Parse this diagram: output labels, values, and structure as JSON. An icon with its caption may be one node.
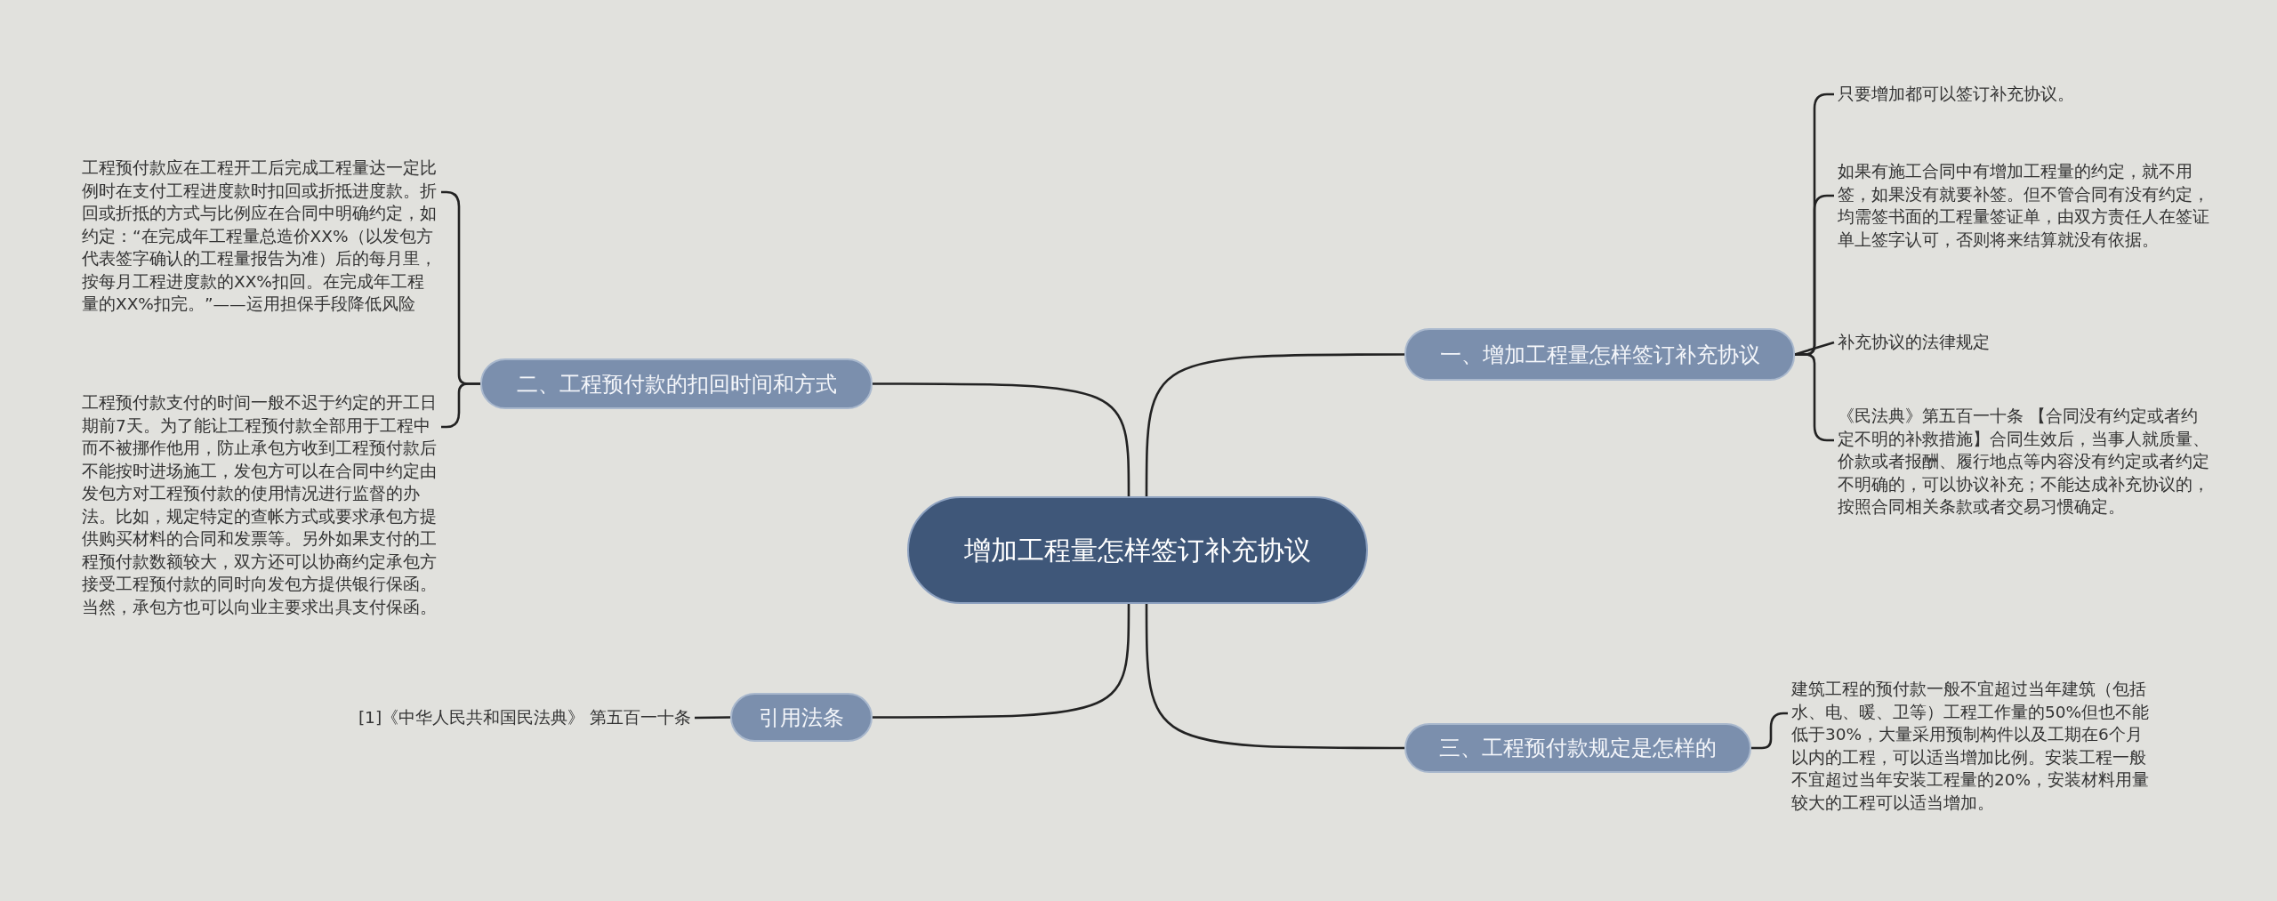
{
  "diagram": {
    "nodes": [
      {
        "text": [
          "增加工程量怎样签订补充协议"
        ]
      },
      {
        "text": [
          "一、增加工程量怎样签订补充协议"
        ]
      },
      {
        "text": [
          "只要增加都可以签订补充协议。"
        ]
      },
      {
        "text": [
          "如果有施工合同中有增加工程量的约定，就不用签，如果没有就要补签。但不管合同有没有约定，均需签书面的工程量签证单，由双方责任人在签证单上签字认可，否则将来结算就没有依据。"
        ]
      },
      {
        "text": [
          "补充协议的法律规定"
        ]
      },
      {
        "text": [
          "《民法典》第五百一十条 【合同没有约定或者约定不明的补救措施】合同生效后，当事人就质量、价款或者报酬、履行地点等内容没有约定或者约定不明确的，可以协议补充；不能达成补充协议的，按照合同相关条款或者交易习惯确定。"
        ]
      },
      {
        "text": [
          "二、工程预付款的扣回时间和方式"
        ]
      },
      {
        "text": [
          "工程预付款应在工程开工后完成工程量达一定比例时在支付工程进度款时扣回或折抵进度款。折回或折抵的方式与比例应在合同中明确约定，如约定：“在完成年工程量总造价XX%（以发包方代表签字确认的工程量报告为准）后的每月里，按每月工程进度款的XX%扣回。在完成年工程量的XX%扣完。”——运用担保手段降低风险"
        ]
      },
      {
        "text": [
          "工程预付款支付的时间一般不迟于约定的开工日期前7天。为了能让工程预付款全部用于工程中而不被挪作他用，防止承包方收到工程预付款后不能按时进场施工，发包方可以在合同中约定由发包方对工程预付款的使用情况进行监督的办法。比如，规定特定的查帐方式或要求承包方提供购买材料的合同和发票等。另外如果支付的工程预付款数额较大，双方还可以协商约定承包方接受工程预付款的同时向发包方提供银行保函。当然，承包方也可以向业主要求出具支付保函。"
        ]
      },
      {
        "text": [
          "三、工程预付款规定是怎样的"
        ]
      },
      {
        "text": [
          "建筑工程的预付款一般不宜超过当年建筑（包括水、电、暖、卫等）工程工作量的50%但也不能低于30%，大量采用预制构件以及工期在6个月以内的工程，可以适当增加比例。安装工程一般不宜超过当年安装工程量的20%，安装材料用量较大的工程可以适当增加。"
        ]
      },
      {
        "text": [
          "引用法条"
        ]
      },
      {
        "text": [
          "[1]《中华人民共和国民法典》 第五百一十条"
        ]
      }
    ],
    "edges": [
      {
        "from": 0,
        "to": 1,
        "arrow": "none"
      },
      {
        "from": 1,
        "to": 2,
        "arrow": "none"
      },
      {
        "from": 1,
        "to": 3,
        "arrow": "none"
      },
      {
        "from": 1,
        "to": 4,
        "arrow": "none"
      },
      {
        "from": 1,
        "to": 5,
        "arrow": "none"
      },
      {
        "from": 0,
        "to": 6,
        "arrow": "none"
      },
      {
        "from": 6,
        "to": 7,
        "arrow": "none"
      },
      {
        "from": 6,
        "to": 8,
        "arrow": "none"
      },
      {
        "from": 0,
        "to": 9,
        "arrow": "none"
      },
      {
        "from": 9,
        "to": 10,
        "arrow": "none"
      },
      {
        "from": 0,
        "to": 11,
        "arrow": "none"
      },
      {
        "from": 11,
        "to": 12,
        "arrow": "none"
      }
    ]
  }
}
